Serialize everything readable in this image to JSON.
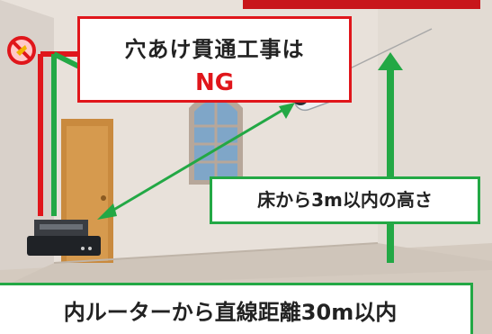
{
  "ng_callout": {
    "line1": "穴あけ貫通工事は",
    "line2": "NG"
  },
  "height_callout": {
    "text": "床から3m以内の高さ"
  },
  "distance_callout": {
    "text": "内ルーターから直線距離30m以内"
  },
  "colors": {
    "ng_red": "#e0161b",
    "green": "#23a845",
    "wall": "#dcd4cd",
    "floor": "#d7cec4",
    "door": "#c98a3e",
    "window_glass": "#7fa6c8"
  },
  "icons": [
    "no-drilling-icon",
    "security-camera-icon",
    "router-icon"
  ]
}
